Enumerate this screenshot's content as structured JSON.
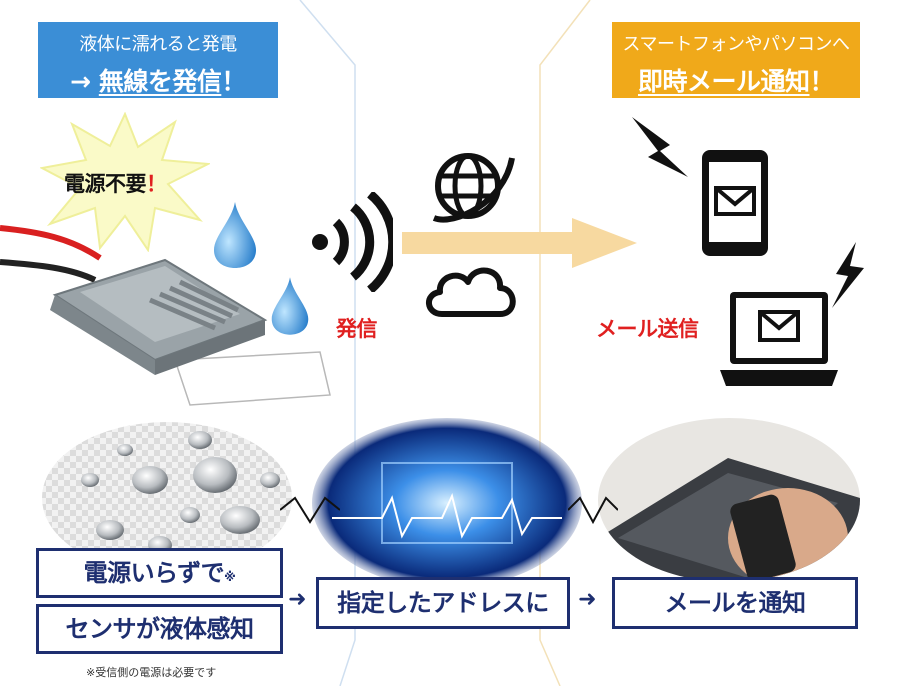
{
  "banner_left": {
    "line1": "液体に濡れると発電",
    "arrow": "→",
    "line2_main": "無線を発信",
    "line2_excl": "！"
  },
  "banner_right": {
    "line1": "スマートフォンやパソコンへ",
    "line2_main": "即時メール通知",
    "line2_excl": "！"
  },
  "burst": {
    "text": "電源不要",
    "excl": "！"
  },
  "labels": {
    "transmit": "発信",
    "mail_send": "メール送信"
  },
  "bottom": {
    "box1_main": "電源いらずで",
    "box1_mark": "※",
    "box2": "センサが液体感知",
    "box3": "指定したアドレスに",
    "box4": "メールを通知",
    "arrow": "➜",
    "note": "※受信側の電源は必要です"
  },
  "colors": {
    "blue": "#3b8ed6",
    "orange": "#f0a91a",
    "navy": "#1e2f70",
    "red": "#e02020"
  }
}
